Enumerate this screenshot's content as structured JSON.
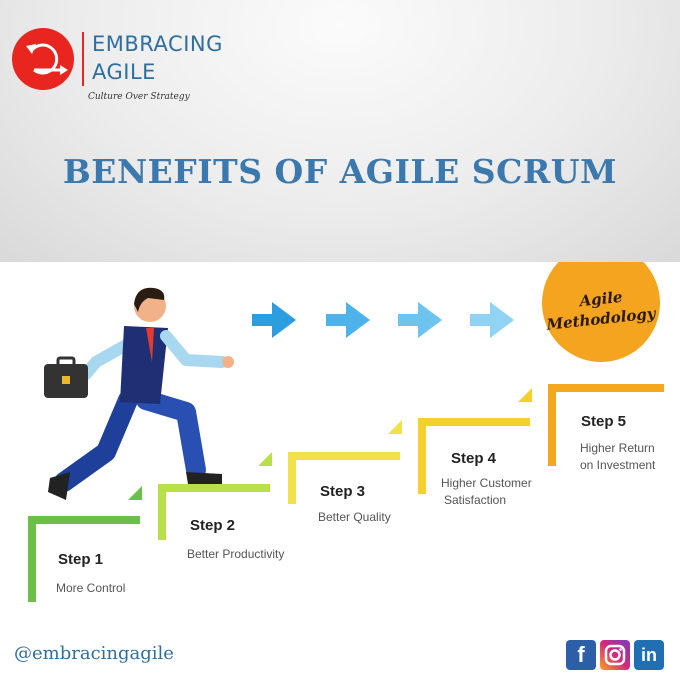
{
  "brand": {
    "line1": "EMBRACING",
    "line2": "AGILE",
    "tagline": "Culture Over Strategy"
  },
  "title": "BENEFITS OF AGILE SCRUM",
  "badge": {
    "line1": "Agile",
    "line2": "Methodology"
  },
  "steps": [
    {
      "title": "Step 1",
      "desc1": "More Control",
      "desc2": "",
      "color": "#6cc04a"
    },
    {
      "title": "Step 2",
      "desc1": "Better Productivity",
      "desc2": "",
      "color": "#b8e04a"
    },
    {
      "title": "Step 3",
      "desc1": "Better Quality",
      "desc2": "",
      "color": "#f2e14a"
    },
    {
      "title": "Step 4",
      "desc1": "Higher Customer",
      "desc2": "Satisfaction",
      "color": "#f7cf2e"
    },
    {
      "title": "Step 5",
      "desc1": "Higher Return",
      "desc2": "on Investment",
      "color": "#f5a81e"
    }
  ],
  "footer": {
    "handle": "@embracingagile",
    "social": [
      "facebook-icon",
      "instagram-icon",
      "linkedin-icon"
    ]
  },
  "colors": {
    "brand_red": "#e8261f",
    "brand_blue": "#2f6f9e",
    "title_blue": "#3a78ad",
    "arrow_blue": "#2b9ee0"
  }
}
